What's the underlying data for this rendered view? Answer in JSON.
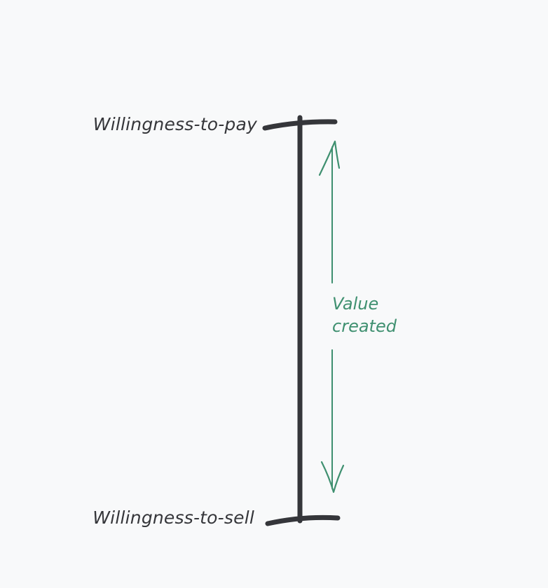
{
  "labels": {
    "willingness_to_pay": "Willingness-to-pay",
    "willingness_to_sell": "Willingness-to-sell",
    "value_created_line1": "Value",
    "value_created_line2": "created"
  },
  "colors": {
    "background": "#f8f9fa",
    "scale": "#35363a",
    "arrow": "#3f9070"
  }
}
